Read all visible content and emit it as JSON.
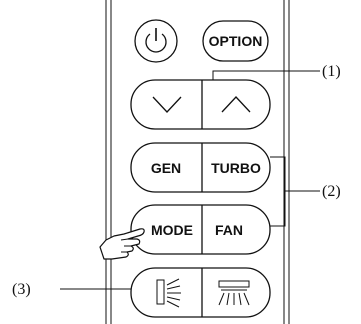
{
  "remote": {
    "power_button": {
      "icon": "power-icon"
    },
    "option_button": {
      "label": "OPTION"
    },
    "down_button": {
      "icon": "chevron-down-icon"
    },
    "up_button": {
      "icon": "chevron-up-icon"
    },
    "gen_button": {
      "label": "GEN"
    },
    "turbo_button": {
      "label": "TURBO"
    },
    "mode_button": {
      "label": "MODE"
    },
    "fan_button": {
      "label": "FAN"
    },
    "swing_vertical_button": {
      "icon": "vertical-swing-icon"
    },
    "swing_horizontal_button": {
      "icon": "horizontal-swing-icon"
    },
    "pointer": {
      "icon": "pointing-hand-icon"
    }
  },
  "callouts": {
    "c1": "(1)",
    "c2": "(2)",
    "c3": "(3)"
  }
}
